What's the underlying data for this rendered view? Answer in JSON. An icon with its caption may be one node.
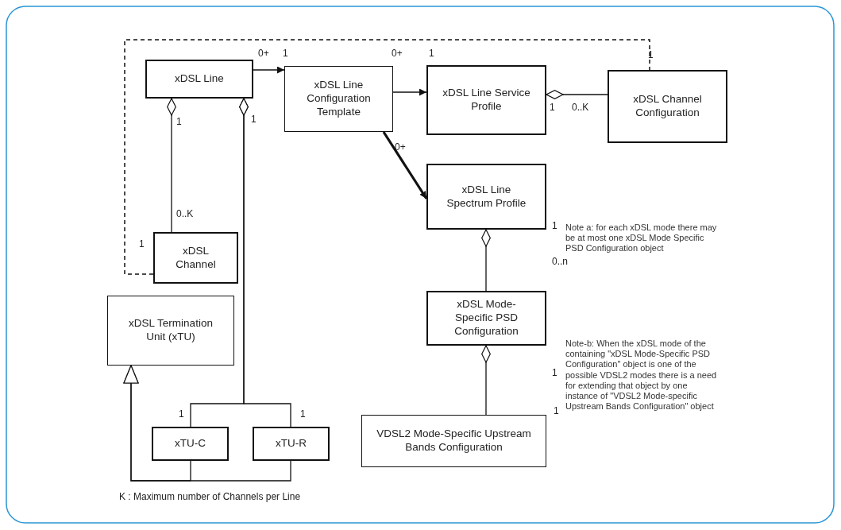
{
  "diagram": {
    "nodes": [
      {
        "text": [
          "xDSL Line"
        ]
      },
      {
        "text": [
          "xDSL Line Configuration Template"
        ]
      },
      {
        "text": [
          "xDSL Line Service Profile"
        ]
      },
      {
        "text": [
          "xDSL Channel Configuration"
        ]
      },
      {
        "text": [
          "xDSL Line Spectrum Profile"
        ]
      },
      {
        "text": [
          "xDSL Channel"
        ]
      },
      {
        "text": [
          "xDSL Termination Unit (xTU)"
        ]
      },
      {
        "text": [
          "xDSL Mode-Specific PSD Configuration"
        ]
      },
      {
        "text": [
          "xTU-C"
        ]
      },
      {
        "text": [
          "xTU-R"
        ]
      },
      {
        "text": [
          "VDSL2 Mode-Specific Upstream Bands Configuration"
        ]
      }
    ],
    "edges": [
      {
        "from": 0,
        "to": 1,
        "arrow": "to"
      },
      {
        "from": 1,
        "to": 2,
        "arrow": "to"
      },
      {
        "from": 1,
        "to": 4,
        "arrow": "to",
        "style": "thick"
      },
      {
        "from": 2,
        "to": 3,
        "arrow": "other"
      },
      {
        "from": 0,
        "to": 5,
        "arrow": "other"
      },
      {
        "from": 0,
        "to": 8,
        "arrow": "other"
      },
      {
        "from": 0,
        "to": 9,
        "arrow": "other"
      },
      {
        "from": 4,
        "to": 7,
        "arrow": "other"
      },
      {
        "from": 7,
        "to": 10,
        "arrow": "other"
      },
      {
        "from": 5,
        "to": 3,
        "arrow": "none",
        "style": "dashed"
      },
      {
        "from": 8,
        "to": 6,
        "arrow": "to"
      },
      {
        "from": 9,
        "to": 6,
        "arrow": "to"
      }
    ],
    "labels": [
      "0+",
      "1",
      "0+",
      "1",
      "1",
      "1",
      "0..K",
      "1",
      "1",
      "0+",
      "0..K",
      "1",
      "1",
      "0..n",
      "Note a: for each xDSL mode there may be at most one xDSL Mode Specific PSD Configuration object",
      "1",
      "Note-b:  When the xDSL mode of the containing \"xDSL Mode-Specific PSD Configuration\" object is one of the possible VDSL2 modes there is a need for extending that object by one instance of \"VDSL2 Mode-specific Upstream Bands Configuration\" object",
      "1",
      "1",
      "1",
      "K : Maximum number of Channels per Line"
    ]
  }
}
